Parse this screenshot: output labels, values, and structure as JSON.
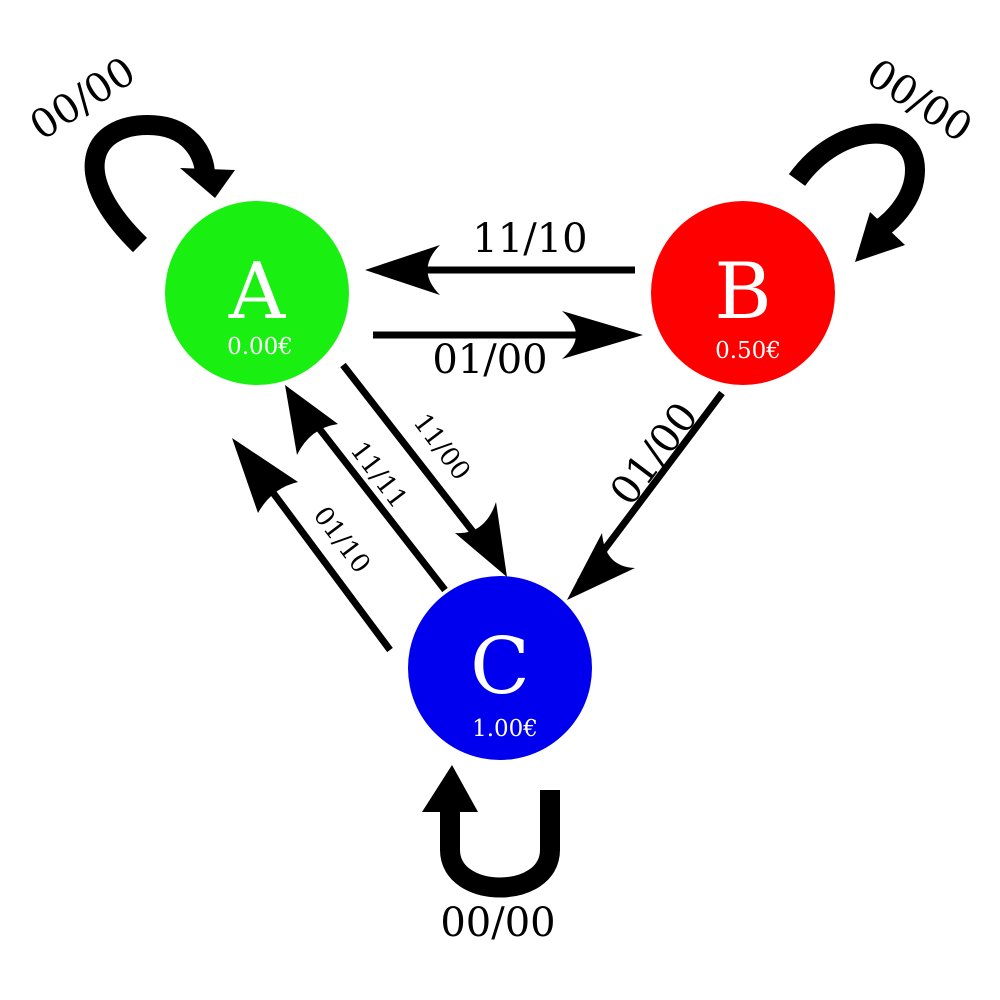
{
  "nodes": {
    "a": {
      "letter": "A",
      "value": "0.00€",
      "color": "#1aef12"
    },
    "b": {
      "letter": "B",
      "value": "0.50€",
      "color": "#ff0000"
    },
    "c": {
      "letter": "C",
      "value": "1.00€",
      "color": "#0000ee"
    }
  },
  "edges": {
    "loop_a": "00/00",
    "loop_b": "00/00",
    "loop_c": "00/00",
    "b_to_a": "11/10",
    "a_to_b": "01/00",
    "a_to_c": "11/00",
    "c_to_a_inner": "11/11",
    "c_to_a_outer": "01/10",
    "b_to_c": "01/00"
  }
}
